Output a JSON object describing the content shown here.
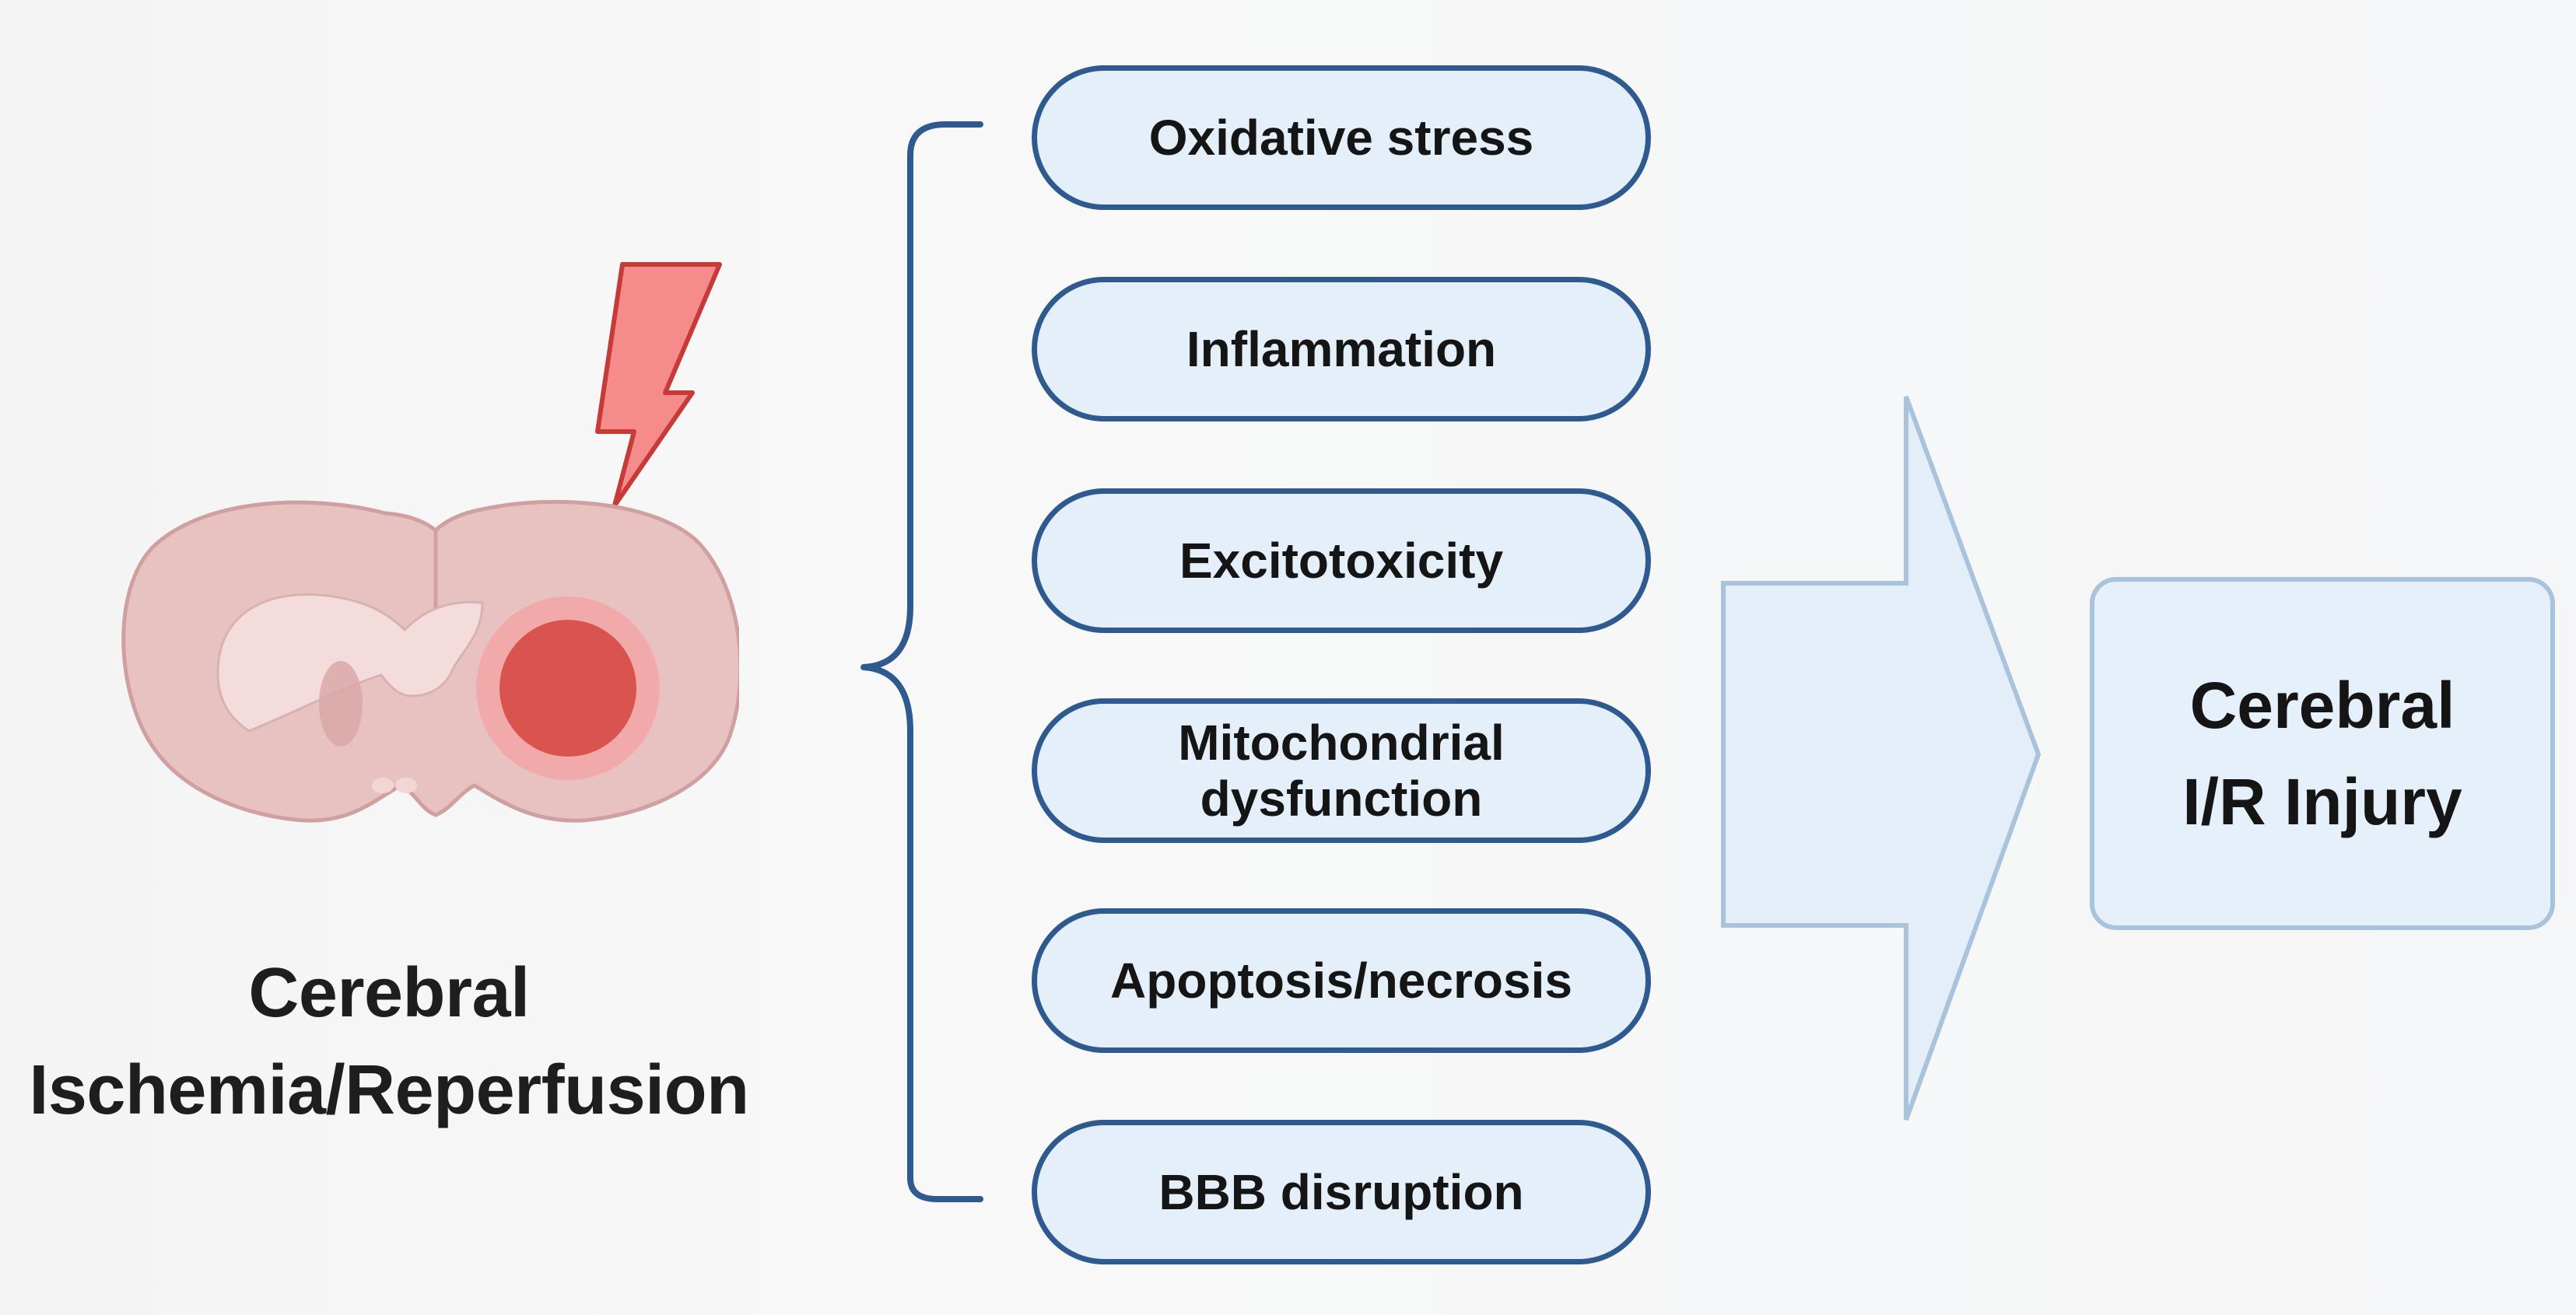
{
  "left": {
    "caption_line1": "Cerebral",
    "caption_line2": "Ischemia/Reperfusion"
  },
  "icons": {
    "brain": "brain-coronal-section-icon",
    "lightning": "lightning-bolt-icon",
    "lesion": "ischemic-lesion-icon"
  },
  "mechanisms": [
    {
      "label": "Oxidative stress"
    },
    {
      "label": "Inflammation"
    },
    {
      "label": "Excitotoxicity"
    },
    {
      "label_line1": "Mitochondrial",
      "label_line2": "dysfunction"
    },
    {
      "label": "Apoptosis/necrosis"
    },
    {
      "label": "BBB disruption"
    }
  ],
  "outcome": {
    "line1": "Cerebral",
    "line2": "I/R Injury"
  },
  "colors": {
    "pill_border": "#2e5a8f",
    "pill_fill": "#e4effa",
    "bracket": "#2e5a8f",
    "arrow_fill": "#e4eef9",
    "arrow_stroke": "#a9c3dc",
    "lesion": "#d9534f",
    "lightning": "#f26b6b",
    "brain": "#e9c4c2"
  }
}
